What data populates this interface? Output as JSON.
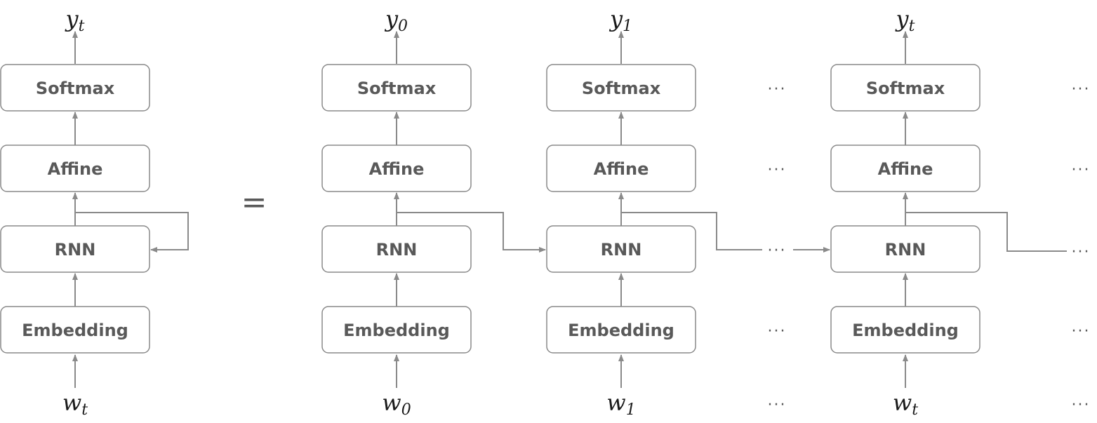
{
  "layers": {
    "softmax": "Softmax",
    "affine": "Affine",
    "rnn": "RNN",
    "embedding": "Embedding"
  },
  "equals": "=",
  "ellipsis": "···",
  "columns": [
    {
      "output": {
        "base": "y",
        "sub": "t"
      },
      "input": {
        "base": "w",
        "sub": "t"
      }
    },
    {
      "output": {
        "base": "y",
        "sub": "0"
      },
      "input": {
        "base": "w",
        "sub": "0"
      }
    },
    {
      "output": {
        "base": "y",
        "sub": "1"
      },
      "input": {
        "base": "w",
        "sub": "1"
      }
    },
    {
      "output": {
        "base": "y",
        "sub": "t"
      },
      "input": {
        "base": "w",
        "sub": "t"
      }
    }
  ]
}
